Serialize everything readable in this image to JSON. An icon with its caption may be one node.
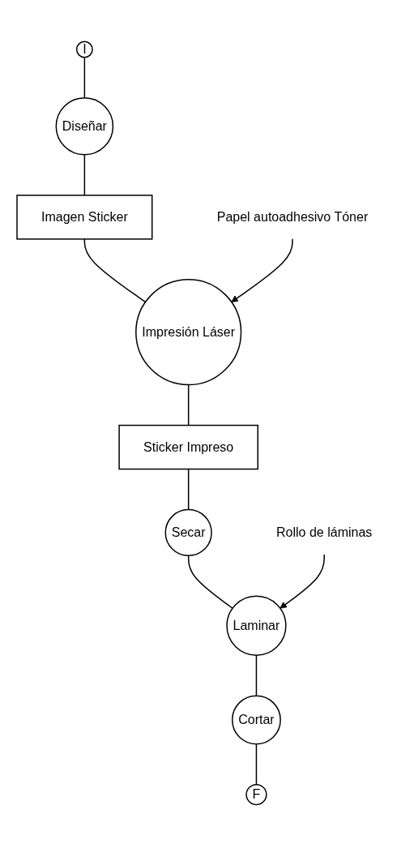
{
  "diagram": {
    "nodes": [
      {
        "text": [
          "I"
        ]
      },
      {
        "text": [
          "Diseñar"
        ]
      },
      {
        "text": [
          "Imagen Sticker"
        ]
      },
      {
        "text": [
          "Papel autoadhesivo Tóner"
        ]
      },
      {
        "text": [
          "Impresión Láser"
        ]
      },
      {
        "text": [
          "Sticker Impreso"
        ]
      },
      {
        "text": [
          "Secar"
        ]
      },
      {
        "text": [
          "Rollo de láminas"
        ]
      },
      {
        "text": [
          "Laminar"
        ]
      },
      {
        "text": [
          "Cortar"
        ]
      },
      {
        "text": [
          "F"
        ]
      }
    ],
    "edges": [
      {
        "from": 0,
        "to": 1,
        "arrow": "none"
      },
      {
        "from": 1,
        "to": 2,
        "arrow": "none"
      },
      {
        "from": 2,
        "to": 4,
        "arrow": "none"
      },
      {
        "from": 3,
        "to": 4,
        "arrow": "to"
      },
      {
        "from": 4,
        "to": 5,
        "arrow": "none"
      },
      {
        "from": 5,
        "to": 6,
        "arrow": "none"
      },
      {
        "from": 6,
        "to": 8,
        "arrow": "none"
      },
      {
        "from": 7,
        "to": 8,
        "arrow": "to"
      },
      {
        "from": 8,
        "to": 9,
        "arrow": "none"
      },
      {
        "from": 9,
        "to": 10,
        "arrow": "none"
      }
    ]
  }
}
